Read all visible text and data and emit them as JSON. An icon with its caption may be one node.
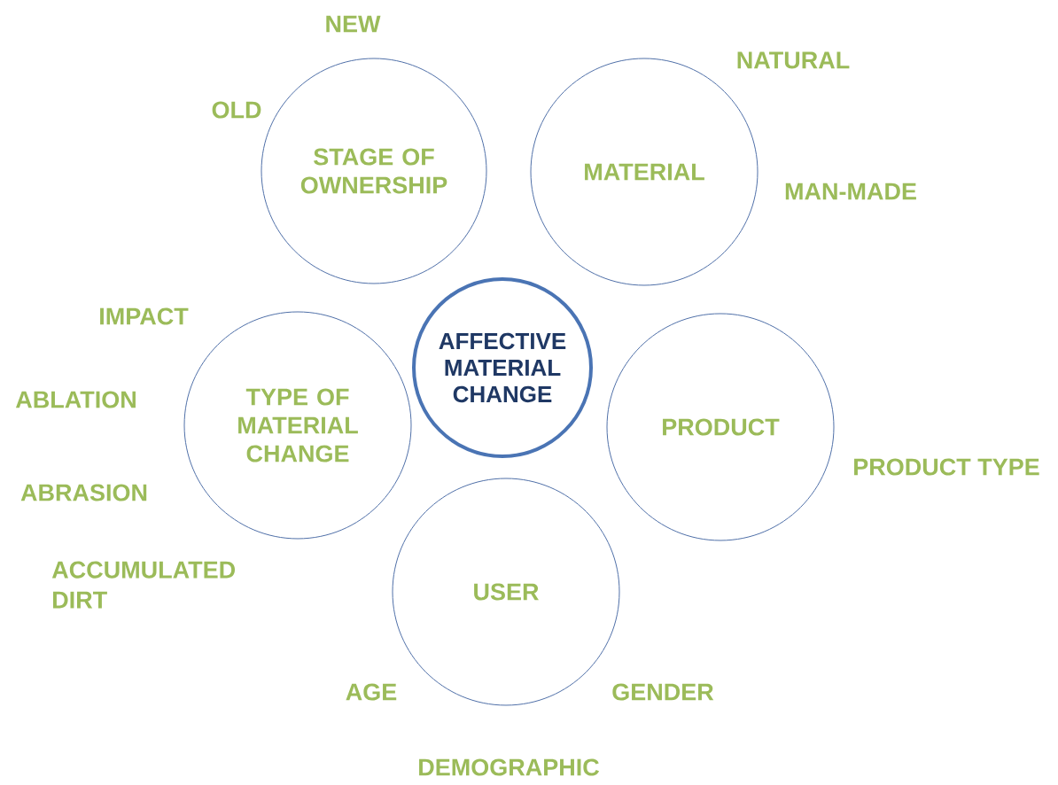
{
  "diagram": {
    "nodes": [
      {
        "text": [
          "STAGE OF OWNERSHIP"
        ],
        "beside": [
          "NEW",
          "OLD"
        ]
      },
      {
        "text": [
          "MATERIAL"
        ],
        "beside": [
          "NATURAL",
          "MAN-MADE"
        ]
      },
      {
        "text": [
          "TYPE OF MATERIAL CHANGE"
        ],
        "beside": [
          "IMPACT",
          "ABLATION",
          "ABRASION",
          "ACCUMULATED DIRT"
        ]
      },
      {
        "text": [
          "AFFECTIVE MATERIAL CHANGE"
        ]
      },
      {
        "text": [
          "PRODUCT"
        ],
        "beside": [
          "PRODUCT TYPE"
        ]
      },
      {
        "text": [
          "USER"
        ],
        "beside": [
          "AGE",
          "GENDER",
          "DEMOGRAPHIC"
        ]
      }
    ]
  }
}
